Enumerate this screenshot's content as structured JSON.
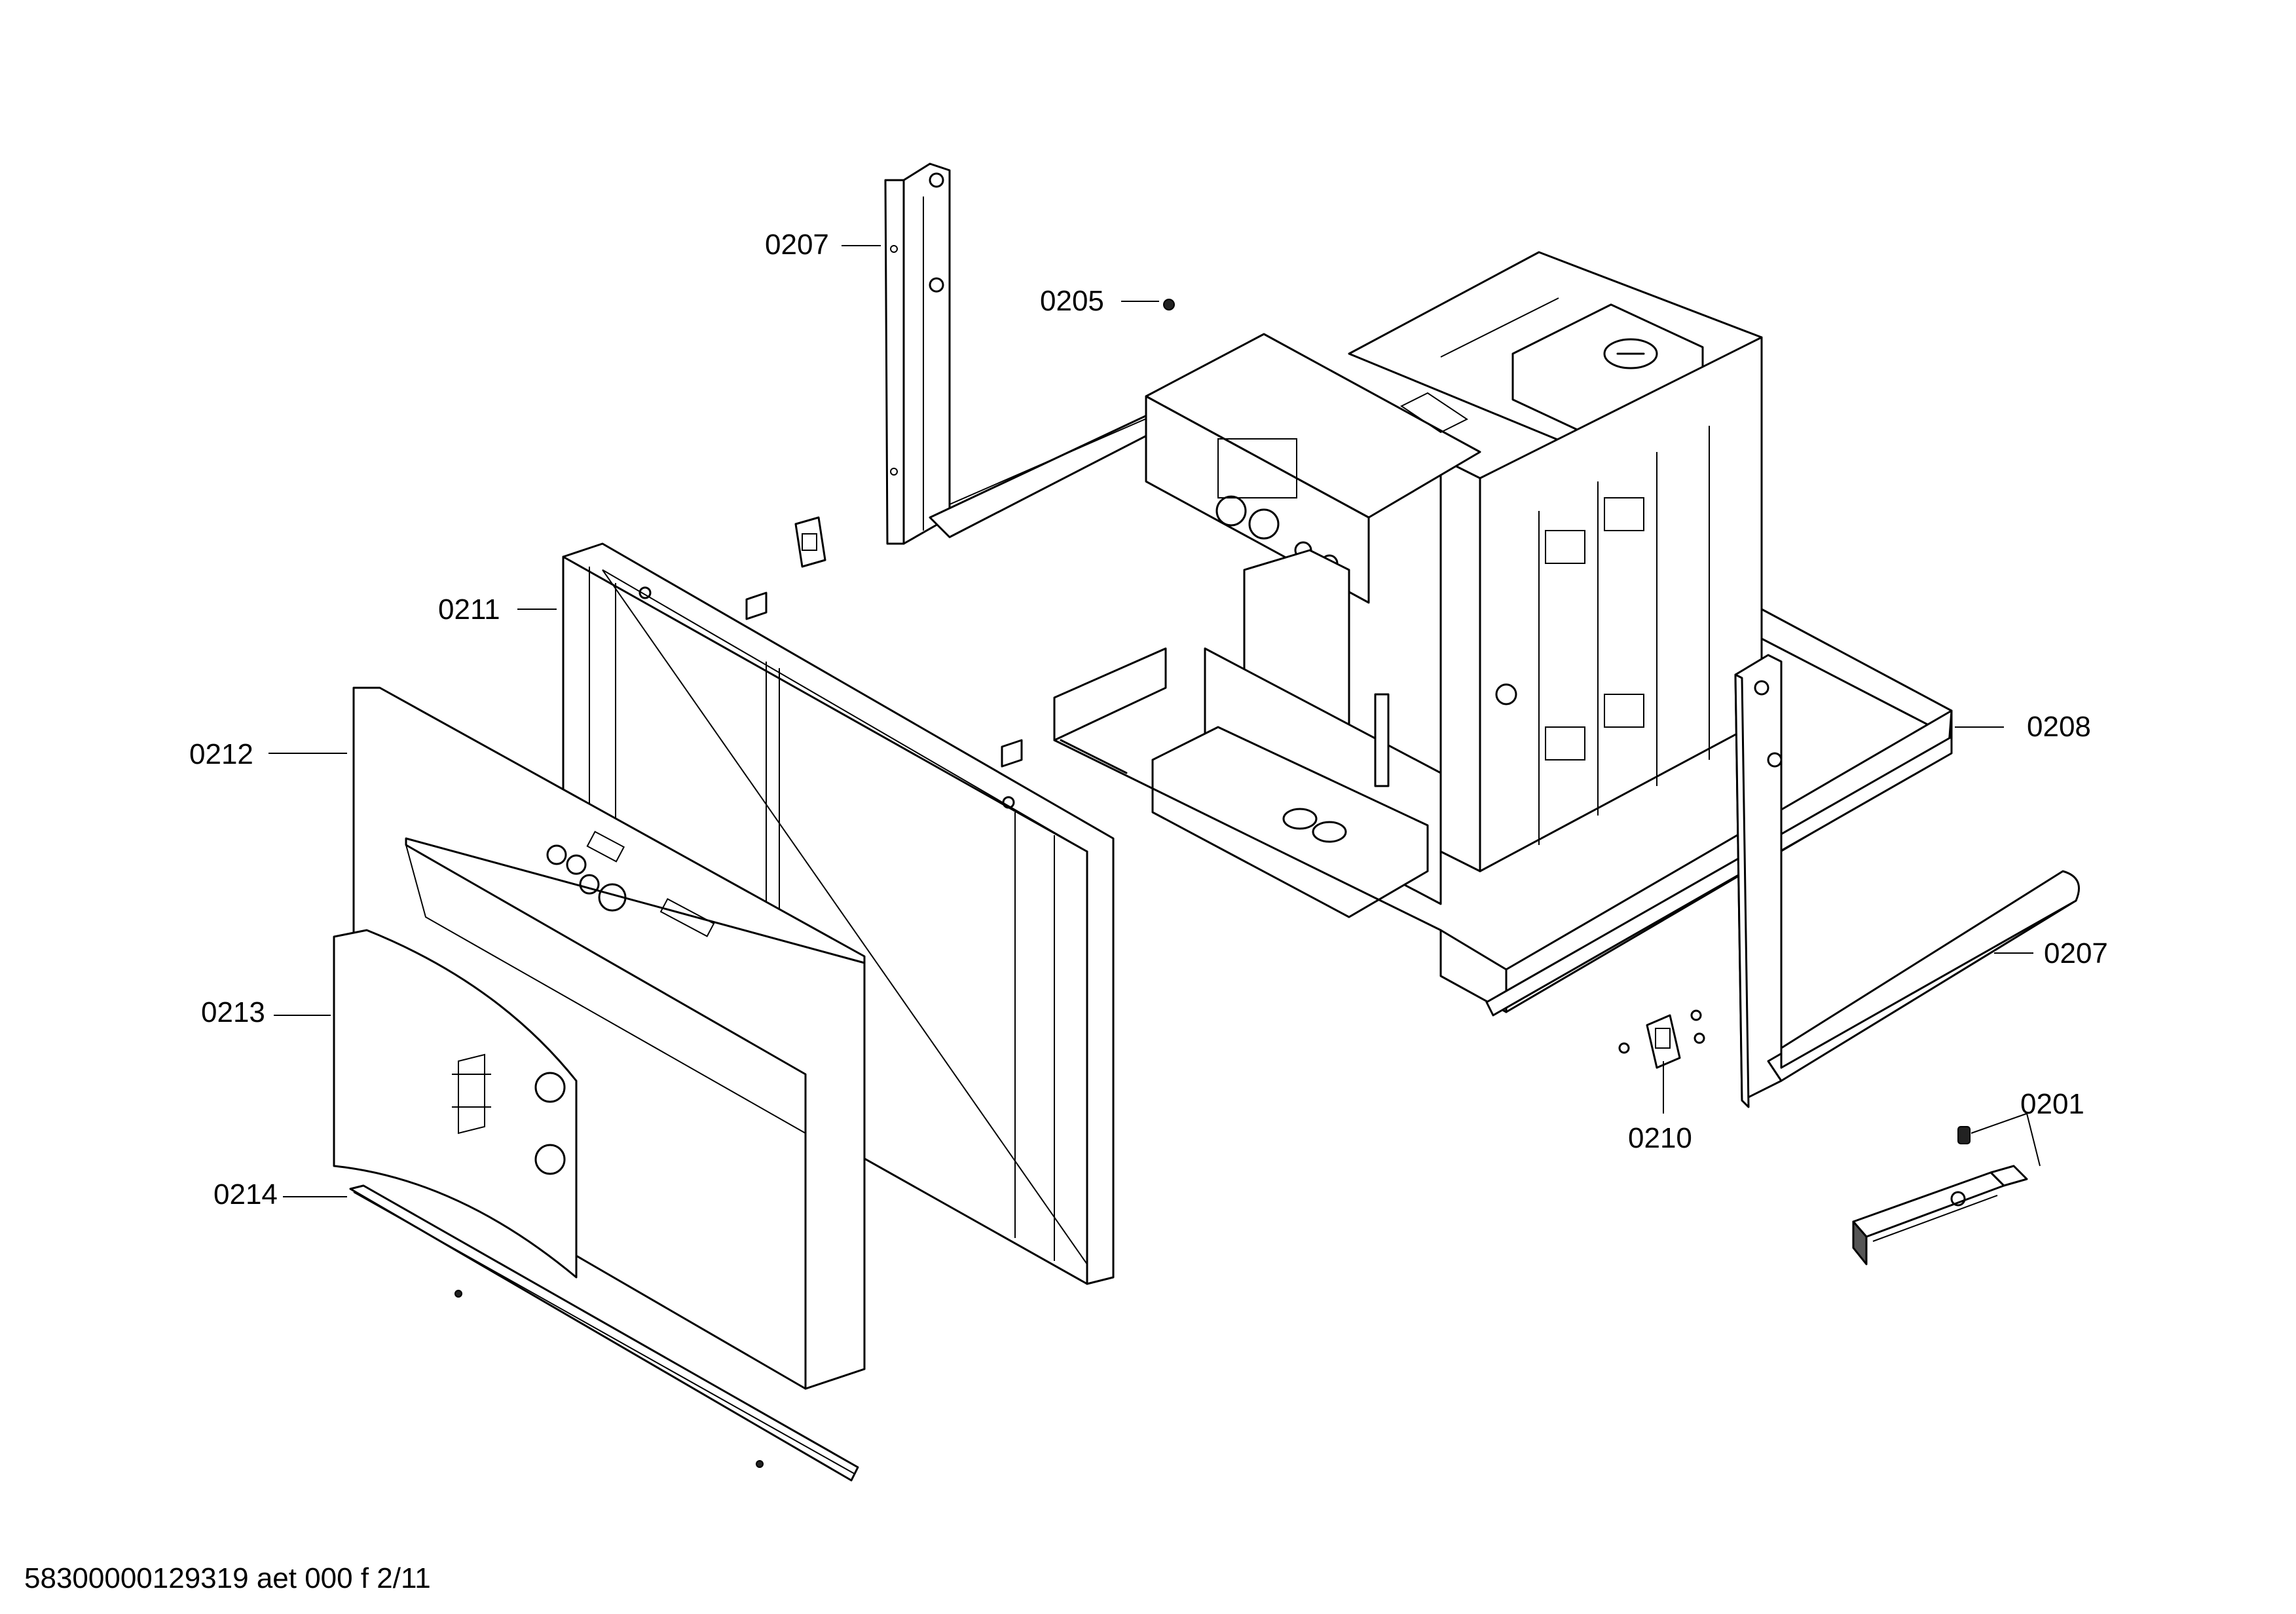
{
  "callouts": {
    "c0201": "0201",
    "c0205": "0205",
    "c0207_top": "0207",
    "c0207_right": "0207",
    "c0208": "0208",
    "c0210": "0210",
    "c0211": "0211",
    "c0212": "0212",
    "c0213": "0213",
    "c0214": "0214"
  },
  "footer": {
    "doc_ref": "58300000129319 aet 000 f 2/11"
  }
}
